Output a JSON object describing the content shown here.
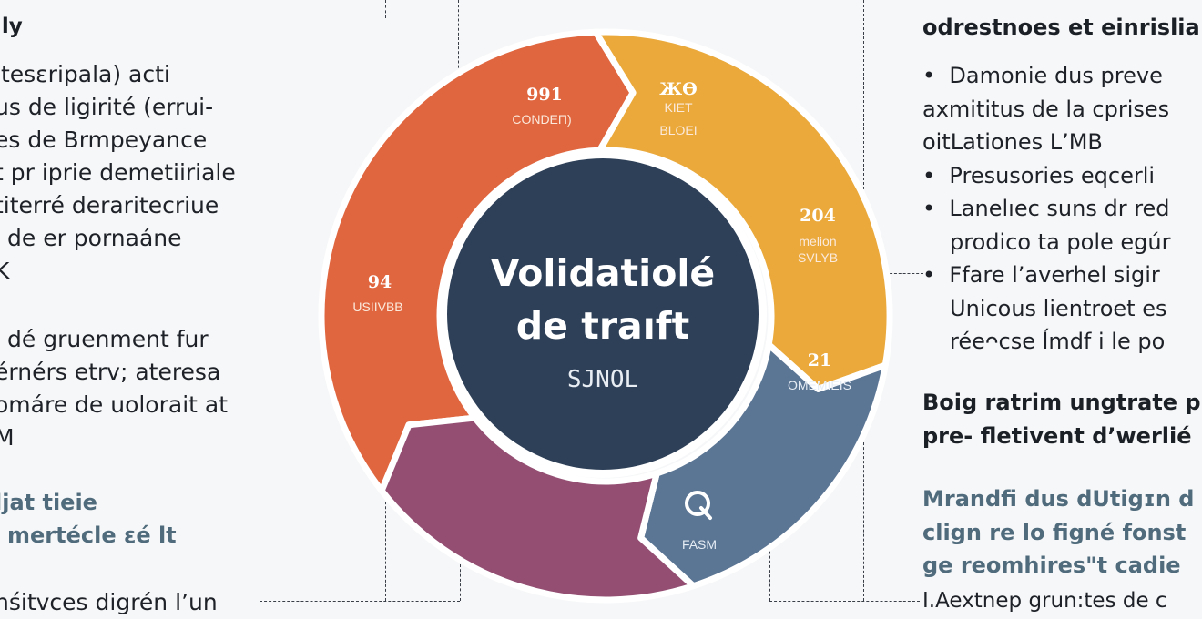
{
  "left_column": {
    "header_lines": [
      "ily"
    ],
    "para1": [
      "itesεripala) acti",
      "us de ligirité (errui-",
      "es de Brmpeyance",
      "t pr iprie demetiiriale",
      "titerré deraritecriue",
      "de er pornaáne",
      "K"
    ],
    "para2": [
      "dé gruenment fur",
      "érnérs etrv; ateresa",
      "omáre de uolorait at",
      "M"
    ],
    "subheading": [
      "ljat tieie",
      "mertécle εé lt"
    ],
    "footer_line": "nśitvces digrén l’un"
  },
  "right_column": {
    "header_lines": [
      "odrestnoes et einrislia"
    ],
    "bullets": [
      [
        "Damonie dus preve",
        "axmititus de la cprises",
        "oitLationes L’MB"
      ],
      [
        "Presusories eqcerli"
      ],
      [
        "Lanelıec suns dr red",
        "prodico ta pole egúr"
      ],
      [
        "Ffare l’averhel sigir",
        "Unicous lientroet es",
        "réeᴖcse ĺmdf i le po"
      ]
    ],
    "subheading": [
      "Boig ratrim ungtrate p",
      "pre- fletivent d’werlié"
    ],
    "teal_block": [
      "Mrandfi dus dUtigɪn d",
      "clign re lo figné fonst",
      "ge reomhires\"t cadie"
    ],
    "footer_line": "I.Aextnep grun:tes de c"
  },
  "diagram": {
    "center": {
      "title_line1": "Volidatiolé",
      "title_line2": "de traıft",
      "subtitle": "SJNOL",
      "color": "#2e4058"
    },
    "segments": [
      {
        "id": "orange",
        "color": "#e0663f",
        "values": [
          {
            "number": "991",
            "label": "CONDEΠ)"
          },
          {
            "number": "94",
            "label": "USIIVBB"
          }
        ]
      },
      {
        "id": "yellow",
        "color": "#eaa93a",
        "values": [
          {
            "number": "ЖӨ",
            "label": "KIET",
            "label2": "BLOEI"
          },
          {
            "number": "204",
            "label": "melion",
            "label2": "SVLYB"
          }
        ]
      },
      {
        "id": "blue",
        "color": "#5b7594",
        "values": [
          {
            "number": "21",
            "label": "OMEMIEIS"
          },
          {
            "icon": "search-icon",
            "label": "FASM"
          }
        ]
      },
      {
        "id": "purple",
        "color": "#934e72",
        "values": []
      }
    ]
  },
  "colors": {
    "background": "#f6f7f8",
    "teal_text": "#4f6b7c",
    "ring_gap": "#ffffff"
  }
}
